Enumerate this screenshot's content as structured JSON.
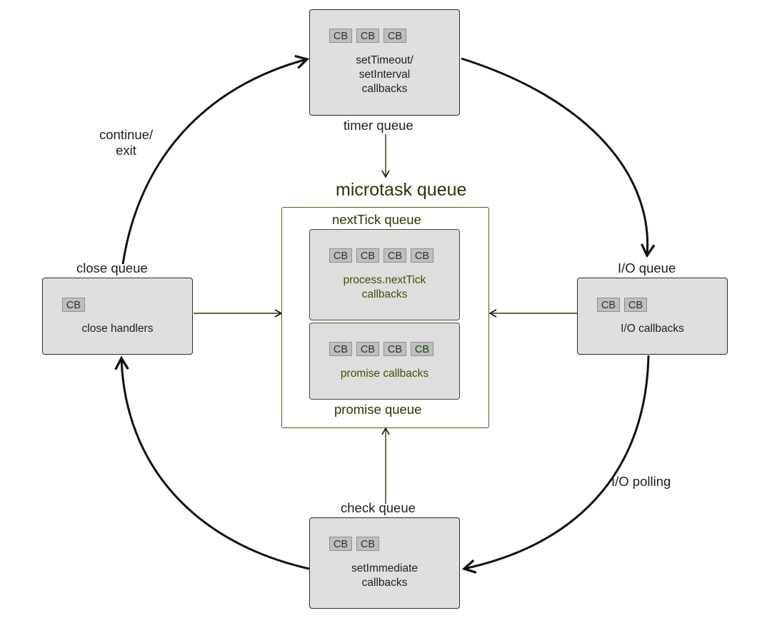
{
  "microtask": {
    "title": "microtask queue",
    "next_tick_label": "nextTick queue",
    "promise_label": "promise queue",
    "next_tick_box": {
      "cb": [
        "CB",
        "CB",
        "CB",
        "CB"
      ],
      "text": "process.nextTick\ncallbacks"
    },
    "promise_box": {
      "cb": [
        "CB",
        "CB",
        "CB",
        "CB"
      ],
      "text": "promise callbacks"
    }
  },
  "timer": {
    "label": "timer queue",
    "cb": [
      "CB",
      "CB",
      "CB"
    ],
    "text": "setTimeout/\nsetInterval\ncallbacks"
  },
  "io": {
    "label": "I/O queue",
    "cb": [
      "CB",
      "CB"
    ],
    "text": "I/O callbacks"
  },
  "check": {
    "label": "check queue",
    "cb": [
      "CB",
      "CB"
    ],
    "text": "setImmediate\ncallbacks"
  },
  "close": {
    "label": "close queue",
    "cb": [
      "CB"
    ],
    "text": "close handlers"
  },
  "edges": {
    "continue_exit": "continue/\nexit",
    "io_polling": "I/O polling"
  },
  "colors": {
    "box_fill": "#dfdfdf",
    "cb_fill": "#bfbfbf",
    "olive": "#5b5a1c",
    "line": "#111111"
  }
}
